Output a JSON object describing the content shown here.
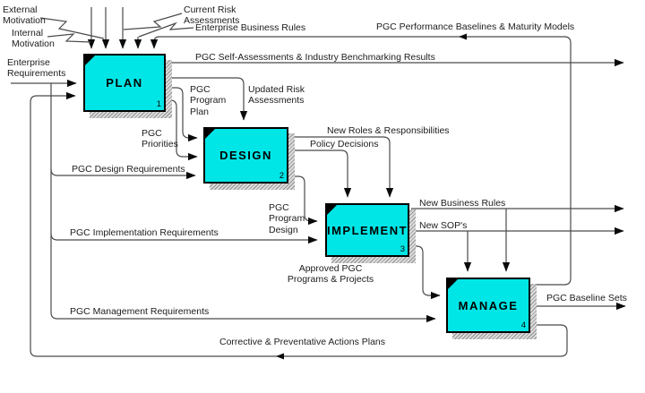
{
  "diagram": {
    "boxes": [
      {
        "label": "PLAN",
        "number": "1"
      },
      {
        "label": "DESIGN",
        "number": "2"
      },
      {
        "label": "IMPLEMENT",
        "number": "3"
      },
      {
        "label": "MANAGE",
        "number": "4"
      }
    ],
    "labels": {
      "external_motivation": "External\nMotivation",
      "internal_motivation": "Internal\nMotivation",
      "enterprise_requirements": "Enterprise\nRequirements",
      "current_risk_assessments": "Current Risk\nAssessments",
      "enterprise_business_rules": "Enterprise Business Rules",
      "pgc_performance_baselines": "PGC Performance Baselines & Maturity Models",
      "pgc_self_assessments": "PGC Self-Assessments & Industry Benchmarking Results",
      "pgc_program_plan": "PGC\nProgram\nPlan",
      "updated_risk_assessments": "Updated Risk\nAssessments",
      "pgc_priorities": "PGC\nPriorities",
      "pgc_design_requirements": "PGC Design Requirements",
      "new_roles_responsibilities": "New Roles & Responsibilities",
      "policy_decisions": "Policy Decisions",
      "pgc_program_design": "PGC\nProgram\nDesign",
      "pgc_implementation_requirements": "PGC Implementation Requirements",
      "new_business_rules": "New Business Rules",
      "new_sops": "New SOP's",
      "approved_pgc_programs": "Approved PGC\nPrograms & Projects",
      "pgc_management_requirements": "PGC Management Requirements",
      "pgc_baseline_sets": "PGC Baseline Sets",
      "corrective_preventative": "Corrective & Preventative Actions Plans"
    },
    "colors": {
      "box_fill": "#00e6e6",
      "box_border": "#000000",
      "line": "#4a4a4a",
      "arrow": "#0a0a0a",
      "shadow": "#909090"
    }
  }
}
